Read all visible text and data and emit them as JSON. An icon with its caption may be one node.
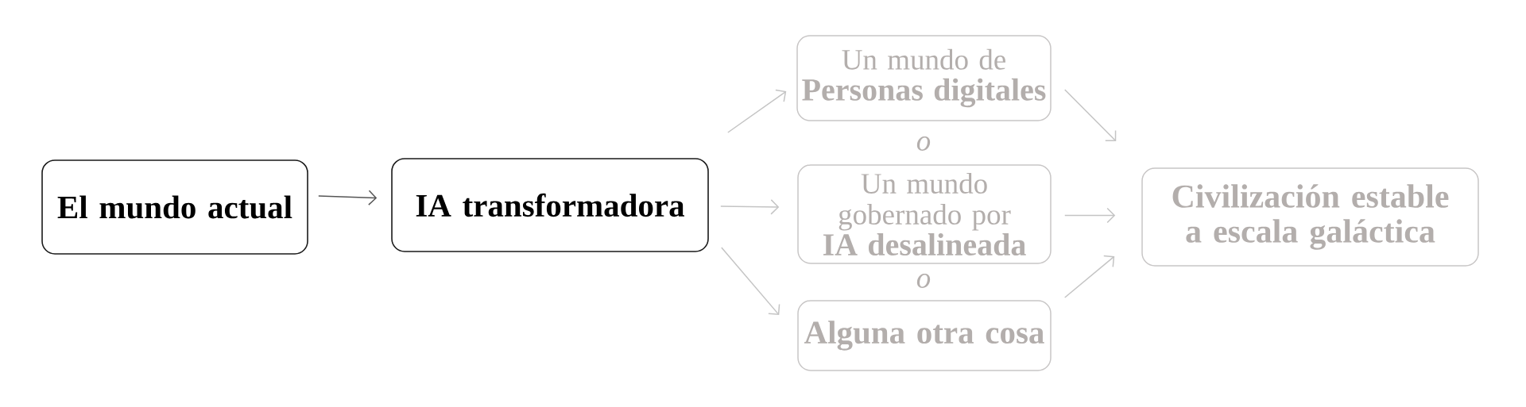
{
  "diagram": {
    "nodes": [
      {
        "text": [
          "El mundo actual"
        ]
      },
      {
        "text": [
          "IA transformadora"
        ]
      },
      {
        "text": [
          "Un mundo de **Personas digitales**"
        ]
      },
      {
        "text": [
          "Un mundo gobernado por **IA desalineada**"
        ]
      },
      {
        "text": [
          "Alguna otra cosa"
        ]
      },
      {
        "text": [
          "Civilización estable a escala galáctica"
        ]
      }
    ],
    "edges": [
      {
        "from": 0,
        "to": 1,
        "arrow": "to",
        "color": "#555555"
      },
      {
        "from": 1,
        "to": 2,
        "arrow": "to"
      },
      {
        "from": 1,
        "to": 3,
        "arrow": "to"
      },
      {
        "from": 1,
        "to": 4,
        "arrow": "to"
      },
      {
        "from": 2,
        "to": 5,
        "arrow": "to"
      },
      {
        "from": 3,
        "to": 5,
        "arrow": "to"
      },
      {
        "from": 4,
        "to": 5,
        "arrow": "to"
      }
    ],
    "labels": [
      "o",
      "o"
    ]
  }
}
